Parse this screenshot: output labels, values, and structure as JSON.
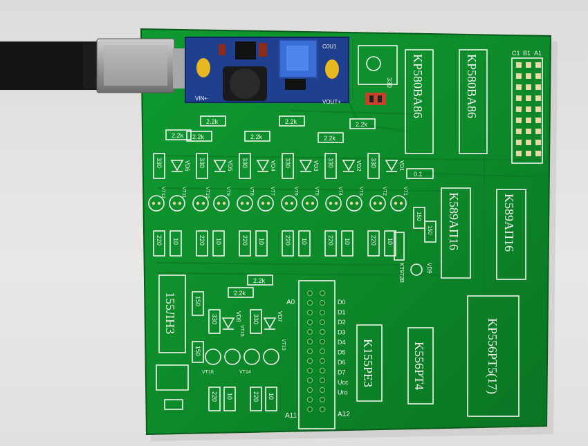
{
  "scene": {
    "description_free": true,
    "colors": {
      "pcb": "#0d8a2a",
      "pcb_dark": "#0a6a20",
      "silk": "#f4f4f0",
      "module": "#1f3f8f",
      "trimmer": "#3b6fd8",
      "background": "#e6e4e2"
    }
  },
  "ics": {
    "u1": "KP580BA86",
    "u2": "KP580BA86",
    "u3": "K589AП16",
    "u4": "K589AП16",
    "u5": "155ЛН3",
    "u6": "K155PE3",
    "u7": "K556PT4",
    "u8": "KP556PT5(17)"
  },
  "module_labels": {
    "vin": "VIN+",
    "vout": "VOUT+",
    "c": "C0U1"
  },
  "resistors": {
    "r_2_2k": "2.2k",
    "r_330": "330",
    "r_220": "220",
    "r_10": "10",
    "r_150": "150",
    "r_01": "0.1"
  },
  "top_row_rs": [
    "2.2k",
    "2.2k",
    "2.2k",
    "2.2k",
    "2.2k",
    "2.2k",
    "2.2k"
  ],
  "diodes_top": [
    "VD6",
    "VD5",
    "VD4",
    "VD3",
    "VD2",
    "VD1"
  ],
  "vt_top": [
    "VT12",
    "VT11",
    "VT10",
    "VT9",
    "VT8",
    "VT7",
    "VT6",
    "VT5",
    "VT4",
    "VT3",
    "VT2",
    "VT1"
  ],
  "misc_labels": {
    "kt972b": "KT972B",
    "vd9": "VD9",
    "vd7": "VD7",
    "vd8": "VD8",
    "vt13": "VT13",
    "vt14": "VT14",
    "vt15": "VT15",
    "vt16": "VT16",
    "c1": "C1",
    "b1": "B1",
    "a1": "A1",
    "a0": "A0",
    "a11": "A11",
    "a12": "A12",
    "r330_top": "330"
  },
  "data_lines": [
    "D0",
    "D1",
    "D2",
    "D3",
    "D4",
    "D5",
    "D6",
    "D7",
    "Ucc",
    "Uro"
  ]
}
